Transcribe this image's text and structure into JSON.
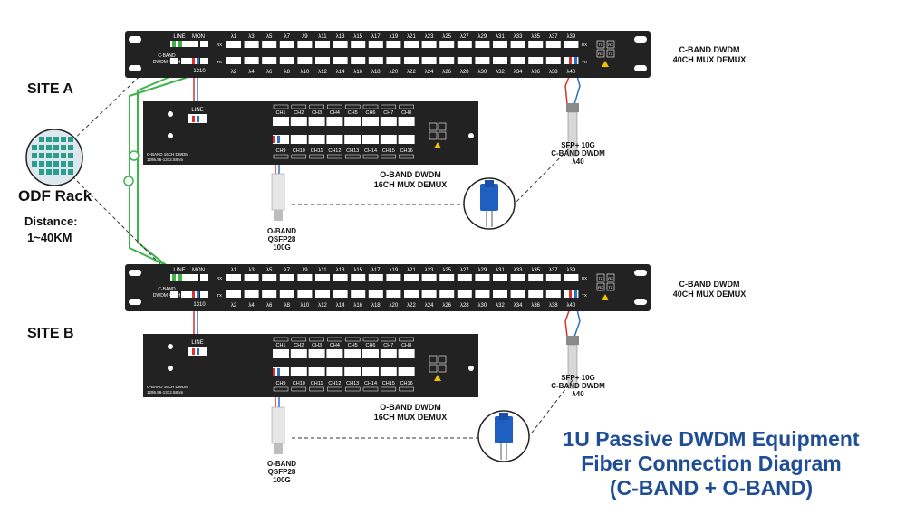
{
  "sites": {
    "a": "SITE A",
    "b": "SITE B"
  },
  "odf": {
    "label": "ODF Rack",
    "distance_label": "Distance:",
    "distance_value": "1~40KM"
  },
  "cband_unit": {
    "name_line1": "C-BAND DWDM",
    "name_line2": "40CH MUX DEMUX",
    "front_label_1": "C-BAND",
    "front_label_2": "DWDM 40CH",
    "port_line": "LINE",
    "port_mon": "MON",
    "port_1310": "1310",
    "tx": "TX",
    "rx": "RX",
    "top_channels": [
      "λ1",
      "λ3",
      "λ5",
      "λ7",
      "λ9",
      "λ11",
      "λ13",
      "λ15",
      "λ17",
      "λ19",
      "λ21",
      "λ23",
      "λ25",
      "λ27",
      "λ29",
      "λ31",
      "λ33",
      "λ35",
      "λ37",
      "λ39"
    ],
    "bottom_channels": [
      "λ2",
      "λ4",
      "λ6",
      "λ8",
      "λ10",
      "λ12",
      "λ14",
      "λ16",
      "λ18",
      "λ20",
      "λ22",
      "λ24",
      "λ26",
      "λ28",
      "λ30",
      "λ32",
      "λ34",
      "λ36",
      "λ38",
      "λ40"
    ]
  },
  "oband_unit": {
    "name_line1": "O-BAND DWDM",
    "name_line2": "16CH MUX DEMUX",
    "front_label_1": "O-BAND 16CH DWDM",
    "front_label_2": "1295.56-1312.58nm",
    "port_line": "LINE",
    "top_channels": [
      "CH1",
      "CH2",
      "CH3",
      "CH4",
      "CH5",
      "CH6",
      "CH7",
      "CH8"
    ],
    "bottom_channels": [
      "CH9",
      "CH10",
      "CH11",
      "CH12",
      "CH13",
      "CH14",
      "CH15",
      "CH16"
    ]
  },
  "sfp_module": {
    "line1": "SFP+ 10G",
    "line2": "C-BAND DWDM",
    "line3": "λ40"
  },
  "qsfp_module": {
    "line1": "O-BAND",
    "line2": "QSFP28",
    "line3": "100G"
  },
  "title": {
    "line1": "1U Passive DWDM Equipment",
    "line2": "Fiber Connection Diagram",
    "line3": "(C-BAND + O-BAND)"
  },
  "colors": {
    "title": "#1f4e96",
    "chassis": "#222222",
    "port": "#ffffff",
    "fiber_green": "#3cb44b",
    "fiber_blue": "#2b6fc4",
    "fiber_red": "#d9312b",
    "lc_connector": "#1f5fbf"
  }
}
